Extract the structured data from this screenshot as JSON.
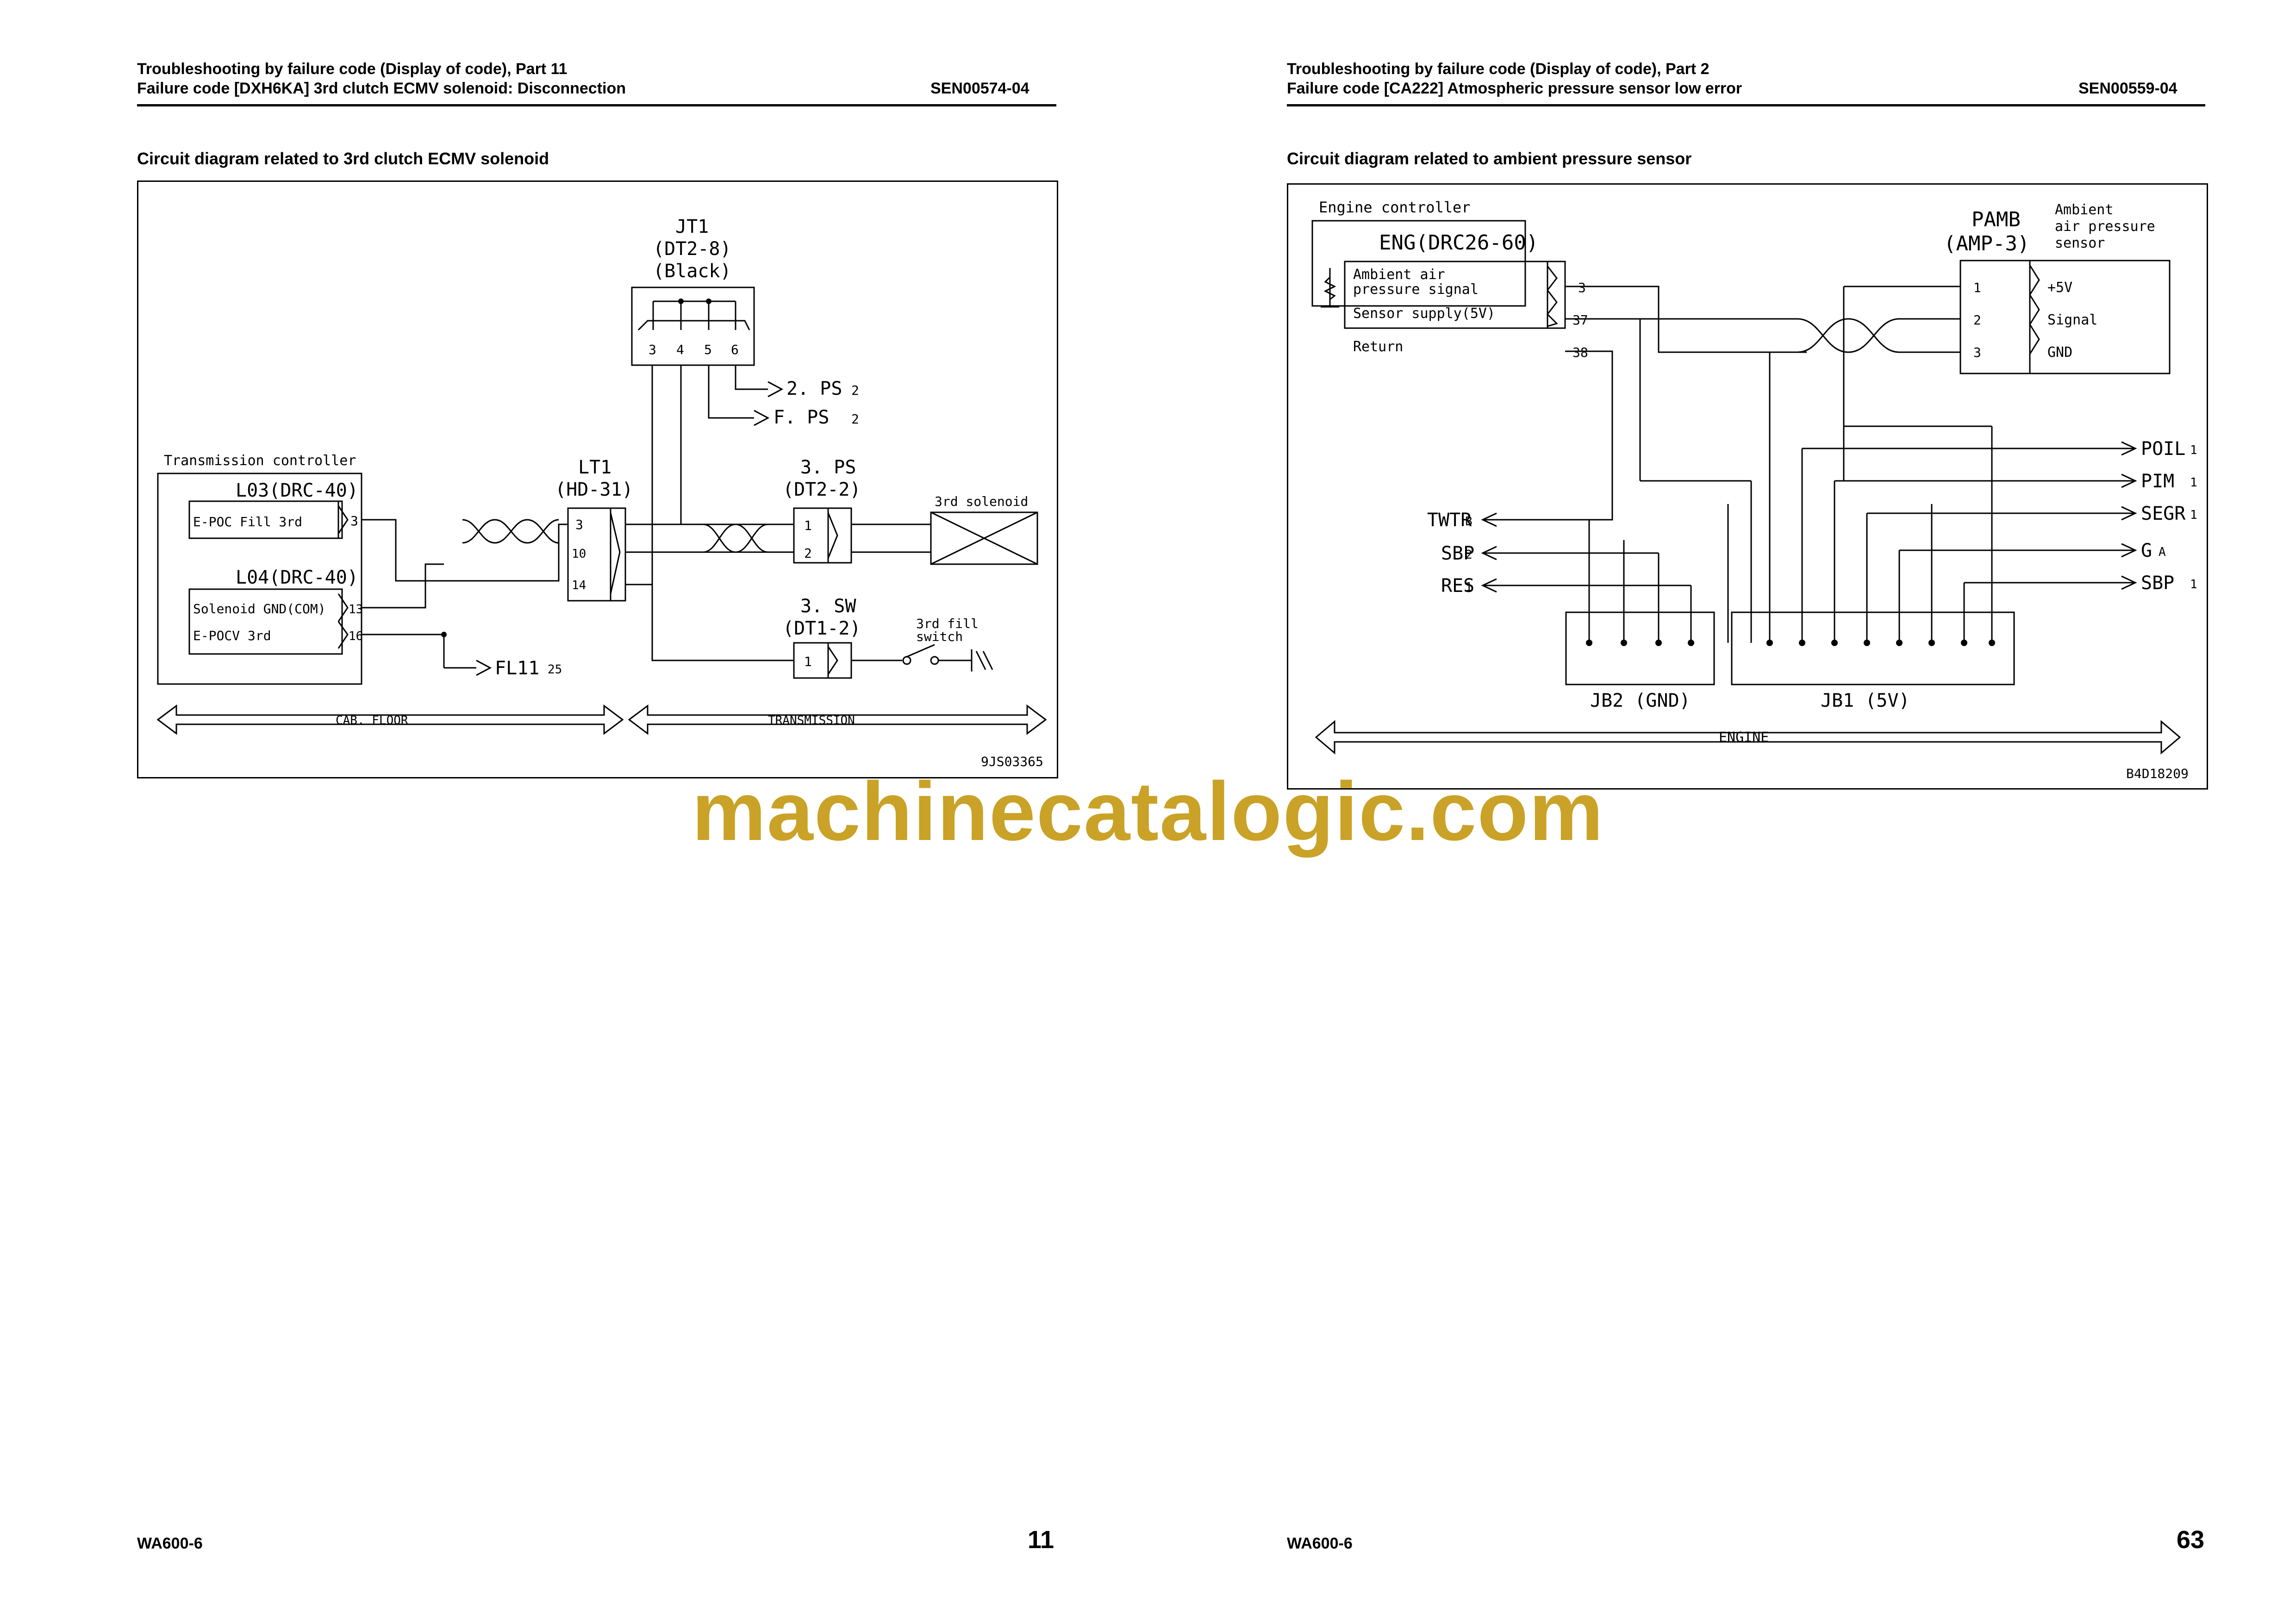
{
  "watermark": "machinecatalogic.com",
  "left": {
    "header_line1": "Troubleshooting by failure code (Display of code), Part 11",
    "header_line2": "Failure code [DXH6KA] 3rd clutch ECMV solenoid: Disconnection",
    "doc_id": "SEN00574-04",
    "subtitle": "Circuit diagram related to 3rd clutch ECMV solenoid",
    "footer_model": "WA600-6",
    "page_number": "11",
    "diagram": {
      "controller_label": "Transmission controller",
      "l03": "L03(DRC-40)",
      "l03_sig": "E-POC Fill 3rd",
      "l03_pin": "3",
      "l04": "L04(DRC-40)",
      "l04_sig1": "Solenoid GND(COM)",
      "l04_sig2": "E-POCV 3rd",
      "l04_pin1": "13",
      "l04_pin2": "16",
      "jt1_name": "JT1",
      "jt1_type": "(DT2-8)",
      "jt1_color": "(Black)",
      "jt1_pins": [
        "3",
        "4",
        "5",
        "6"
      ],
      "ps2": "2. PS",
      "ps2_pin": "2",
      "fps": "F. PS",
      "fps_pin": "2",
      "lt1_name": "LT1",
      "lt1_type": "(HD-31)",
      "lt1_pins": [
        "3",
        "10",
        "14"
      ],
      "ps3_name": "3. PS",
      "ps3_type": "(DT2-2)",
      "ps3_pins": [
        "1",
        "2"
      ],
      "solenoid": "3rd solenoid",
      "sw3_name": "3. SW",
      "sw3_type": "(DT1-2)",
      "sw3_pin": "1",
      "fill_switch_1": "3rd fill",
      "fill_switch_2": "switch",
      "fl11": "FL11",
      "fl11_pin": "25",
      "zone_left": "CAB. FLOOR",
      "zone_right": "TRANSMISSION",
      "fig_id": "9JS03365"
    }
  },
  "right": {
    "header_line1": "Troubleshooting by failure code (Display of code), Part 2",
    "header_line2": "Failure code [CA222] Atmospheric pressure sensor low error",
    "doc_id": "SEN00559-04",
    "subtitle": "Circuit diagram related to ambient pressure sensor",
    "footer_model": "WA600-6",
    "page_number": "63",
    "diagram": {
      "controller_label": "Engine controller",
      "eng": "ENG(DRC26-60)",
      "sig1a": "Ambient air",
      "sig1b": "pressure signal",
      "sig2": "Sensor supply(5V)",
      "sig3": "Return",
      "eng_pins": [
        "3",
        "37",
        "38"
      ],
      "pamb_name": "PAMB",
      "pamb_type": "(AMP-3)",
      "sensor_l1": "Ambient",
      "sensor_l2": "air pressure",
      "sensor_l3": "sensor",
      "pamb_pins": [
        "1",
        "2",
        "3"
      ],
      "pamb_sigs": [
        "+5V",
        "Signal",
        "GND"
      ],
      "left_outputs": [
        {
          "label": "TWTR",
          "pin": "B"
        },
        {
          "label": "SBP",
          "pin": "2"
        },
        {
          "label": "RES",
          "pin": "1"
        }
      ],
      "right_outputs": [
        {
          "label": "POIL",
          "pin": "1"
        },
        {
          "label": "PIM",
          "pin": "1"
        },
        {
          "label": "SEGR",
          "pin": "1"
        },
        {
          "label": "G",
          "pin": "A"
        },
        {
          "label": "SBP",
          "pin": "1"
        }
      ],
      "jb2": "JB2 (GND)",
      "jb1": "JB1 (5V)",
      "zone": "ENGINE",
      "fig_id": "B4D18209"
    }
  }
}
